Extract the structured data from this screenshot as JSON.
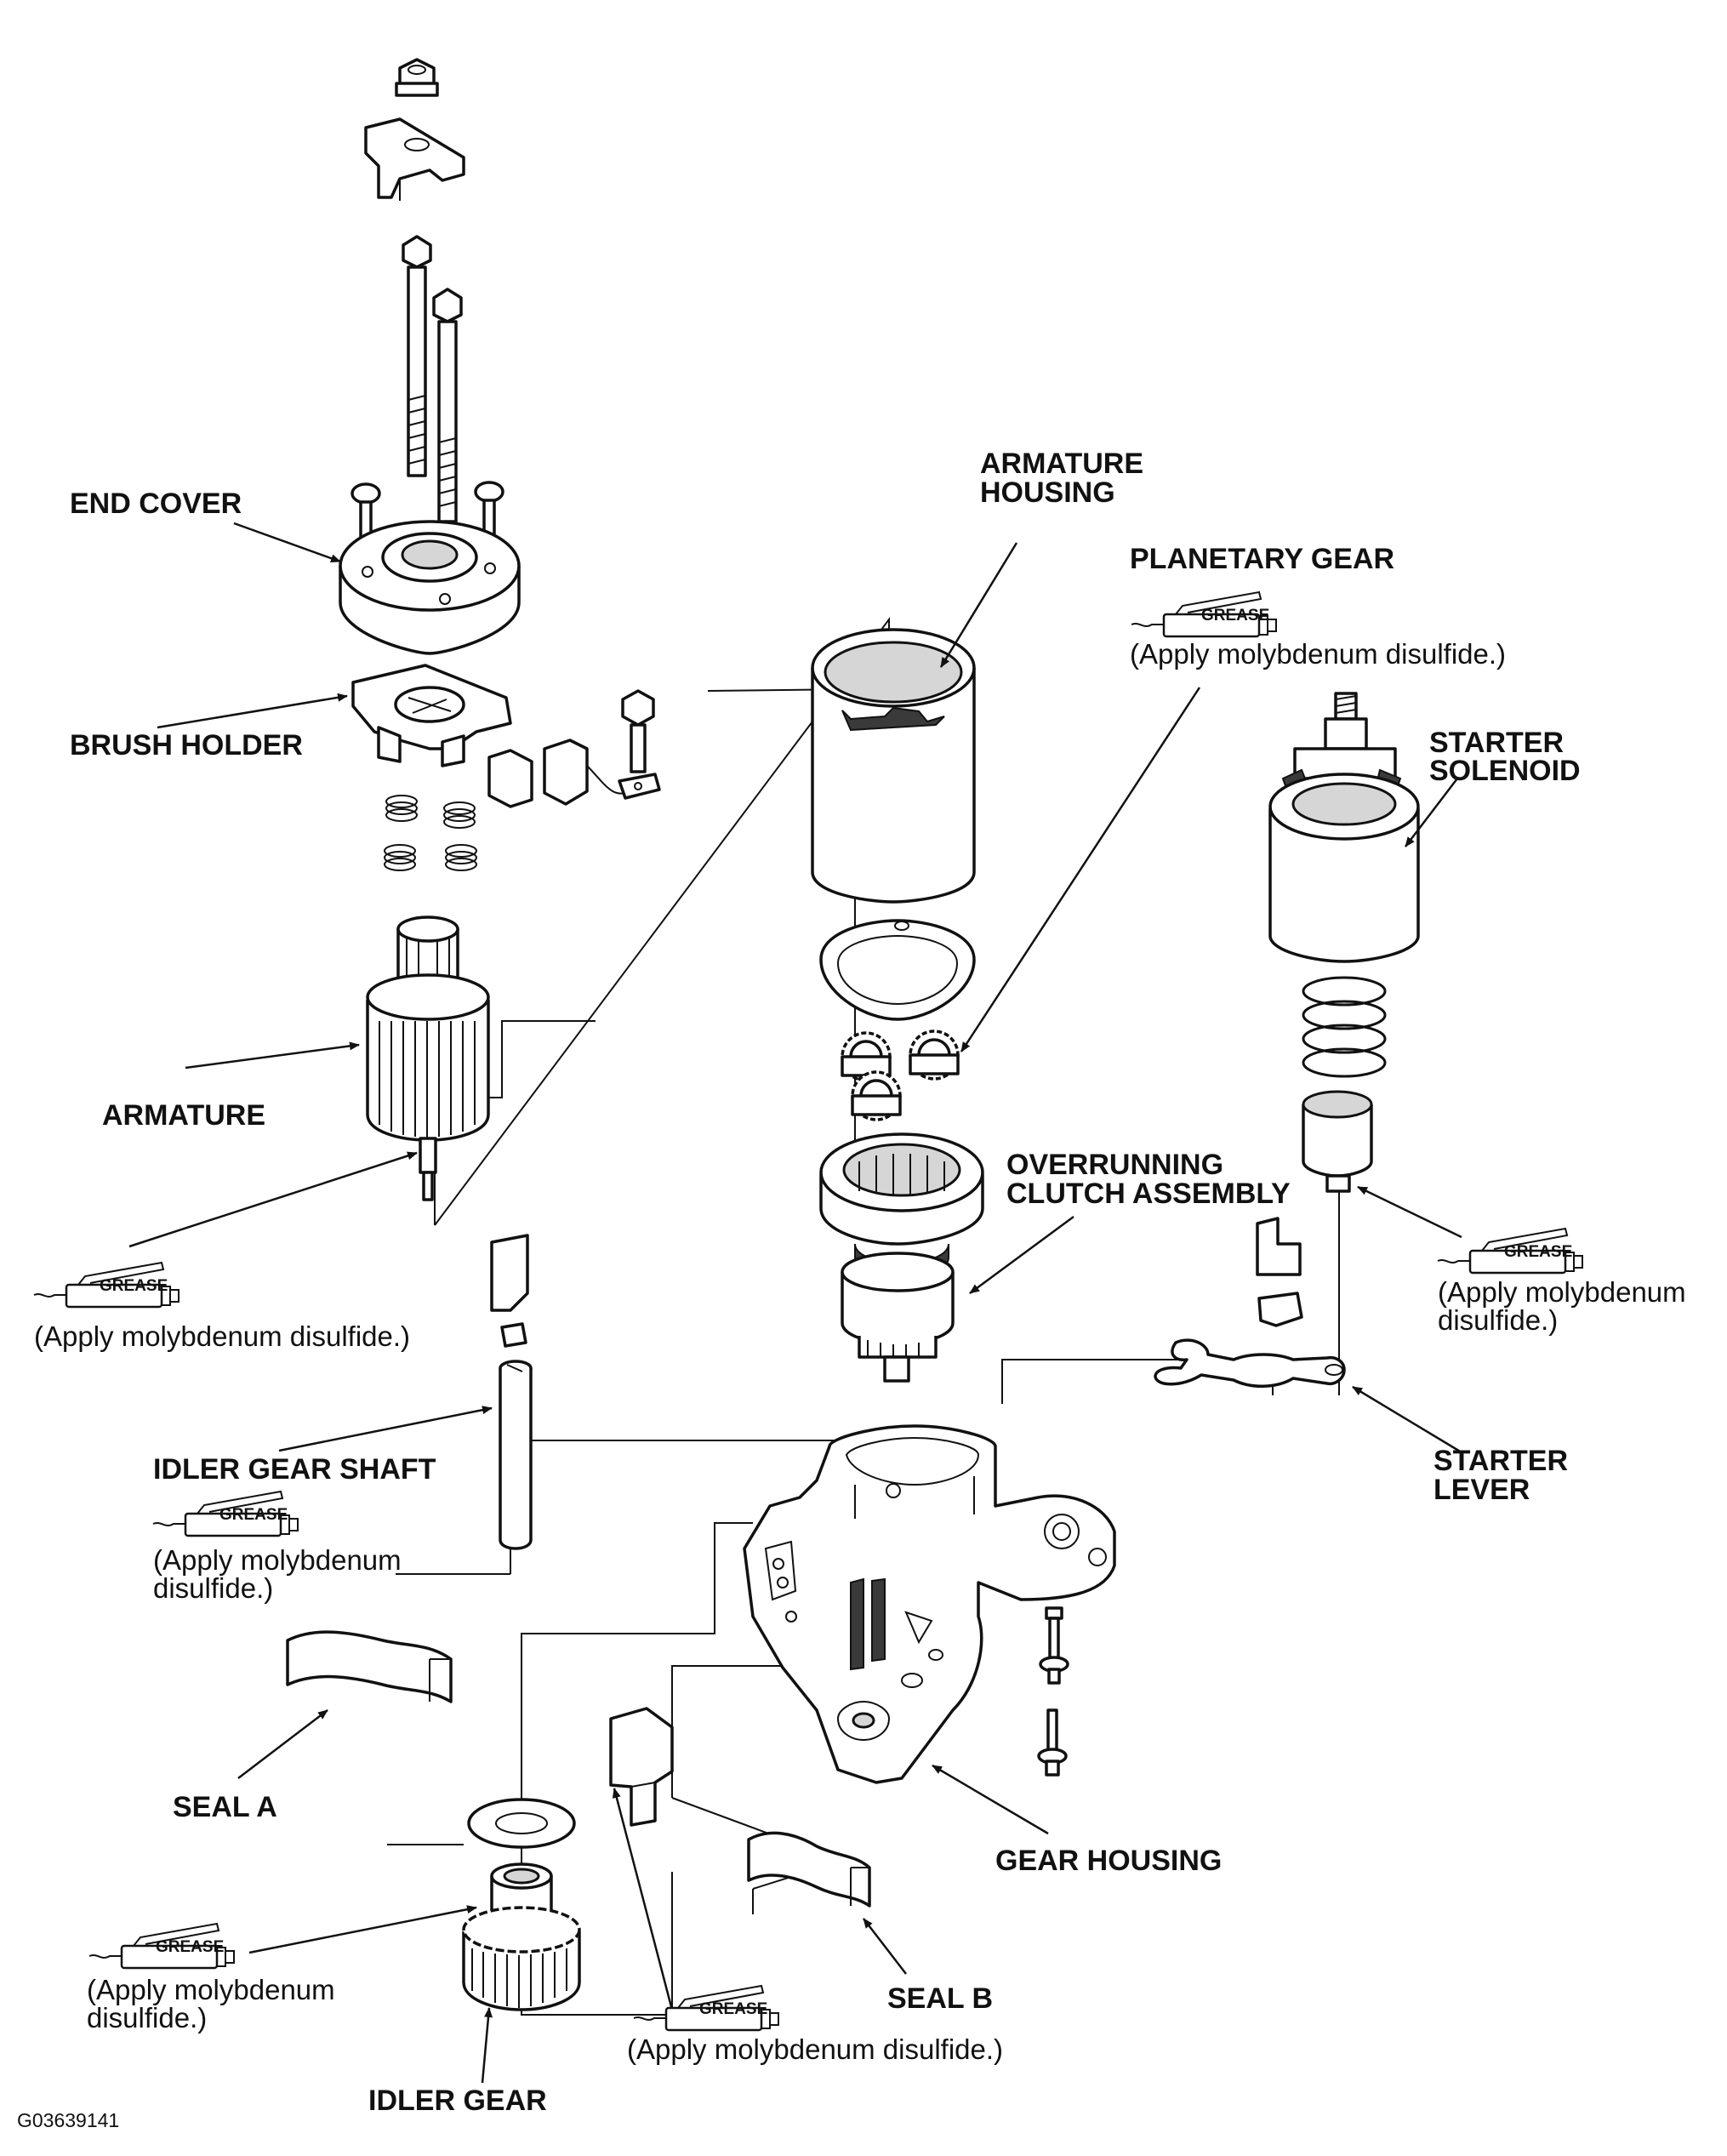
{
  "labels": {
    "end_cover": "END COVER",
    "brush_holder": "BRUSH HOLDER",
    "armature": "ARMATURE",
    "armature_housing_1": "ARMATURE",
    "armature_housing_2": "HOUSING",
    "planetary_gear": "PLANETARY GEAR",
    "starter_solenoid_1": "STARTER",
    "starter_solenoid_2": "SOLENOID",
    "overrunning_clutch_1": "OVERRUNNING",
    "overrunning_clutch_2": "CLUTCH ASSEMBLY",
    "idler_gear_shaft": "IDLER GEAR SHAFT",
    "starter_lever_1": "STARTER",
    "starter_lever_2": "LEVER",
    "seal_a": "SEAL A",
    "gear_housing": "GEAR HOUSING",
    "seal_b": "SEAL B",
    "idler_gear": "IDLER GEAR"
  },
  "grease": {
    "tag": "GREASE"
  },
  "notes": {
    "planetary": "(Apply molybdenum disulfide.)",
    "armature": "(Apply molybdenum disulfide.)",
    "solenoid_1": "(Apply molybdenum",
    "solenoid_2": "disulfide.)",
    "idler_shaft_1": "(Apply molybdenum",
    "idler_shaft_2": "disulfide.)",
    "idler_gear_1": "(Apply molybdenum",
    "idler_gear_2": "disulfide.)",
    "housing": "(Apply molybdenum disulfide.)"
  },
  "figure_code": "G03639141"
}
